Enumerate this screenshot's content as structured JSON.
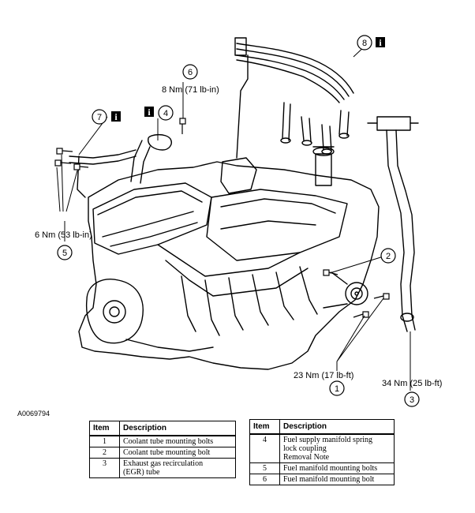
{
  "figure_id": "A0069794",
  "callouts": {
    "c1": {
      "number": "1",
      "torque": "23 Nm (17 lb-ft)"
    },
    "c2": {
      "number": "2"
    },
    "c3": {
      "number": "3",
      "torque": "34 Nm (25 lb-ft)"
    },
    "c4": {
      "number": "4"
    },
    "c5": {
      "number": "5",
      "torque": "6 Nm (53 lb-in)"
    },
    "c6": {
      "number": "6",
      "torque": "8 Nm (71 lb-in)"
    },
    "c7": {
      "number": "7"
    },
    "c8": {
      "number": "8"
    },
    "info_glyph": "i"
  },
  "table_left": {
    "headers": {
      "item": "Item",
      "description": "Description"
    },
    "rows": [
      {
        "item": "1",
        "lines": [
          "Coolant tube mounting bolts"
        ]
      },
      {
        "item": "2",
        "lines": [
          "Coolant tube mounting bolt"
        ]
      },
      {
        "item": "3",
        "lines": [
          "Exhaust gas recirculation",
          "(EGR) tube"
        ]
      }
    ]
  },
  "table_right": {
    "headers": {
      "item": "Item",
      "description": "Description"
    },
    "rows": [
      {
        "item": "4",
        "lines": [
          "Fuel supply manifold spring",
          "lock coupling",
          "Removal Note"
        ]
      },
      {
        "item": "5",
        "lines": [
          "Fuel manifold mounting bolts"
        ]
      },
      {
        "item": "6",
        "lines": [
          "Fuel manifold mounting bolt"
        ]
      }
    ]
  }
}
